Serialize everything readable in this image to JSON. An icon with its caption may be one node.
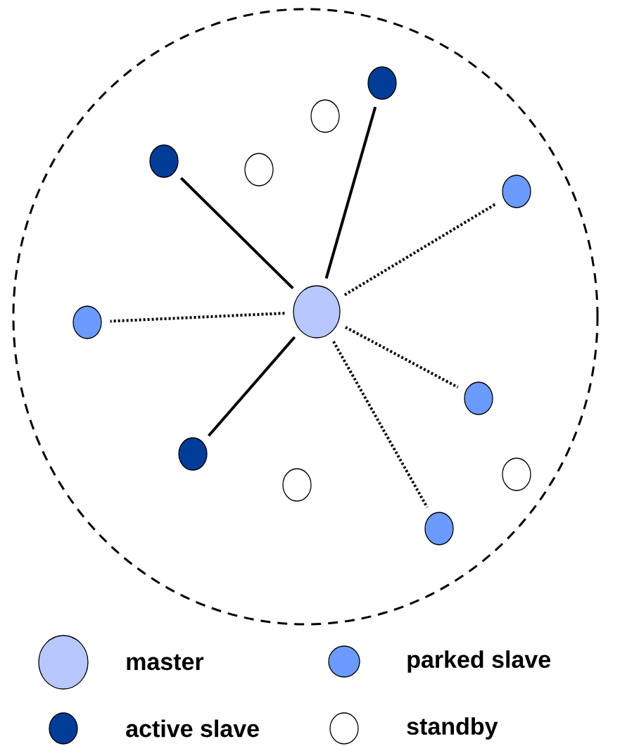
{
  "diagram": {
    "nodes": [
      {
        "text": [],
        "shape": "circle"
      },
      {
        "text": [],
        "shape": "circle",
        "in": 0
      },
      {
        "text": [],
        "shape": "circle",
        "in": 0
      },
      {
        "text": [],
        "shape": "circle",
        "in": 0
      },
      {
        "text": [],
        "shape": "circle",
        "in": 0
      },
      {
        "text": [],
        "shape": "circle",
        "in": 0
      },
      {
        "text": [],
        "shape": "circle",
        "in": 0
      },
      {
        "text": [],
        "shape": "circle",
        "in": 0
      },
      {
        "text": [],
        "shape": "circle",
        "in": 0
      },
      {
        "text": [],
        "shape": "circle",
        "in": 0
      },
      {
        "text": [],
        "shape": "circle",
        "in": 0
      },
      {
        "text": [],
        "shape": "circle",
        "in": 0
      },
      {
        "text": [],
        "shape": "circle",
        "in": 0
      }
    ],
    "edges": [
      {
        "from": 6,
        "to": 1,
        "arrow": "none"
      },
      {
        "from": 6,
        "to": 3,
        "arrow": "none"
      },
      {
        "from": 6,
        "to": 9,
        "arrow": "none"
      },
      {
        "from": 6,
        "to": 5,
        "arrow": "none",
        "style": "dashed"
      },
      {
        "from": 6,
        "to": 7,
        "arrow": "none",
        "style": "dashed"
      },
      {
        "from": 6,
        "to": 8,
        "arrow": "none",
        "style": "dashed"
      },
      {
        "from": 6,
        "to": 12,
        "arrow": "none",
        "style": "dashed"
      }
    ],
    "legend": [
      {
        "text": "master",
        "color": "#b8c8ff"
      },
      {
        "text": "parked slave",
        "color": "#6b9bff"
      },
      {
        "text": "active slave",
        "color": "#003d99"
      },
      {
        "text": "standby"
      }
    ]
  }
}
